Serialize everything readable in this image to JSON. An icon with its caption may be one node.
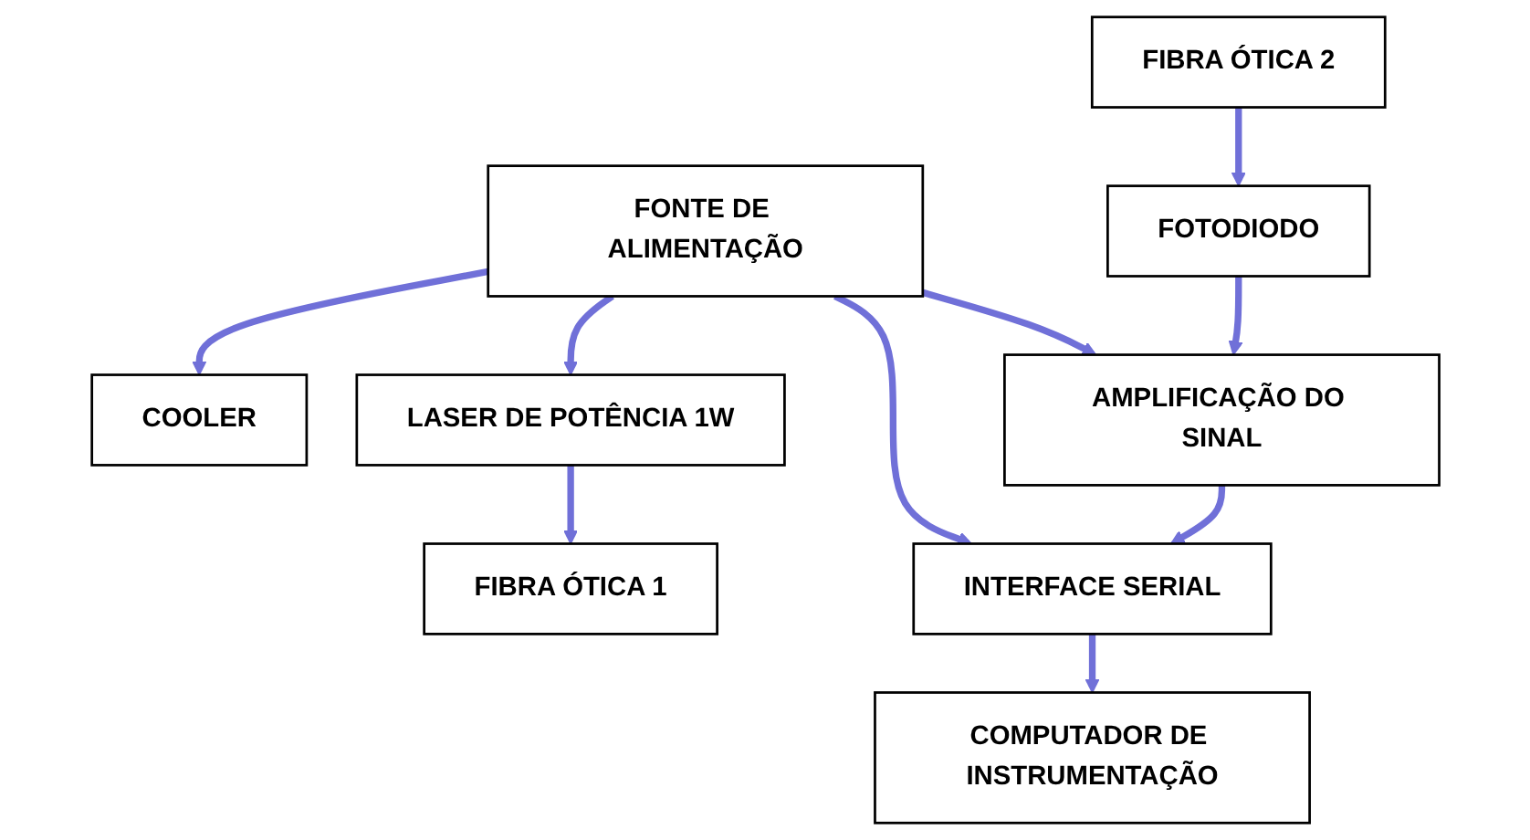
{
  "diagram": {
    "nodes": [
      {
        "text": [
          "FONTE DE ALIMENTAÇÃO"
        ]
      },
      {
        "text": [
          "COOLER"
        ]
      },
      {
        "text": [
          "LASER DE POTÊNCIA 1W"
        ]
      },
      {
        "text": [
          "FIBRA ÓTICA 1"
        ]
      },
      {
        "text": [
          "FIBRA ÓTICA 2"
        ]
      },
      {
        "text": [
          "FOTODIODO"
        ]
      },
      {
        "text": [
          "AMPLIFICAÇÃO DO SINAL"
        ]
      },
      {
        "text": [
          "INTERFACE SERIAL"
        ]
      },
      {
        "text": [
          "COMPUTADOR DE INSTRUMENTAÇÃO"
        ]
      }
    ],
    "edges": [
      {
        "from": 0,
        "to": 1,
        "arrow": "to"
      },
      {
        "from": 0,
        "to": 2,
        "arrow": "to"
      },
      {
        "from": 2,
        "to": 3,
        "arrow": "to"
      },
      {
        "from": 4,
        "to": 5,
        "arrow": "to"
      },
      {
        "from": 5,
        "to": 6,
        "arrow": "to"
      },
      {
        "from": 0,
        "to": 6,
        "arrow": "to"
      },
      {
        "from": 6,
        "to": 7,
        "arrow": "to"
      },
      {
        "from": 0,
        "to": 7,
        "arrow": "to"
      },
      {
        "from": 7,
        "to": 8,
        "arrow": "to"
      }
    ]
  }
}
